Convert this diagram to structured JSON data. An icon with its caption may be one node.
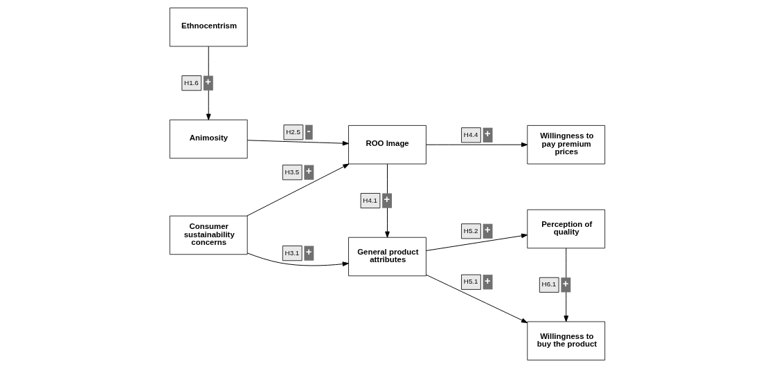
{
  "diagram": {
    "nodes": [
      {
        "text": [
          "Ethnocentrism"
        ]
      },
      {
        "text": [
          "Animosity"
        ]
      },
      {
        "text": [
          "Consumer sustainability concerns"
        ]
      },
      {
        "text": [
          "General product attributes"
        ]
      },
      {
        "text": [
          "ROO Image"
        ]
      },
      {
        "text": [
          "Willingness to buy the product"
        ]
      },
      {
        "text": [
          "Perception of quality"
        ]
      },
      {
        "text": [
          "Willingness to pay premium prices"
        ]
      }
    ],
    "edges": [
      {
        "from": 0,
        "to": 1,
        "arrow": "to",
        "label": "H1.6 +"
      },
      {
        "from": 2,
        "to": 3,
        "arrow": "to",
        "label": "H3.1 +"
      },
      {
        "from": 1,
        "to": 4,
        "arrow": "to",
        "label": "H2.5 -"
      },
      {
        "from": 2,
        "to": 4,
        "arrow": "to",
        "label": "H3.5 +"
      },
      {
        "from": 4,
        "to": 3,
        "arrow": "to",
        "label": "H4.1 +"
      },
      {
        "from": 4,
        "to": 7,
        "arrow": "to",
        "label": "H4.4 +"
      },
      {
        "from": 3,
        "to": 5,
        "arrow": "to",
        "label": "H5.1 +"
      },
      {
        "from": 3,
        "to": 6,
        "arrow": "to",
        "label": "H5.2 +"
      },
      {
        "from": 6,
        "to": 5,
        "arrow": "to",
        "label": "H6.1 +"
      }
    ]
  }
}
